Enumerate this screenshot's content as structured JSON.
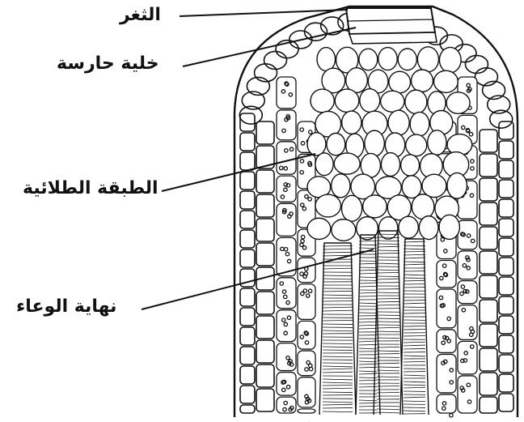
{
  "labels": {
    "stoma": "الثغر",
    "guard_cell": "خلية حارسة",
    "epithem": "الطبقة الطلائية",
    "vessel_end": "نهاية الوعاء"
  }
}
